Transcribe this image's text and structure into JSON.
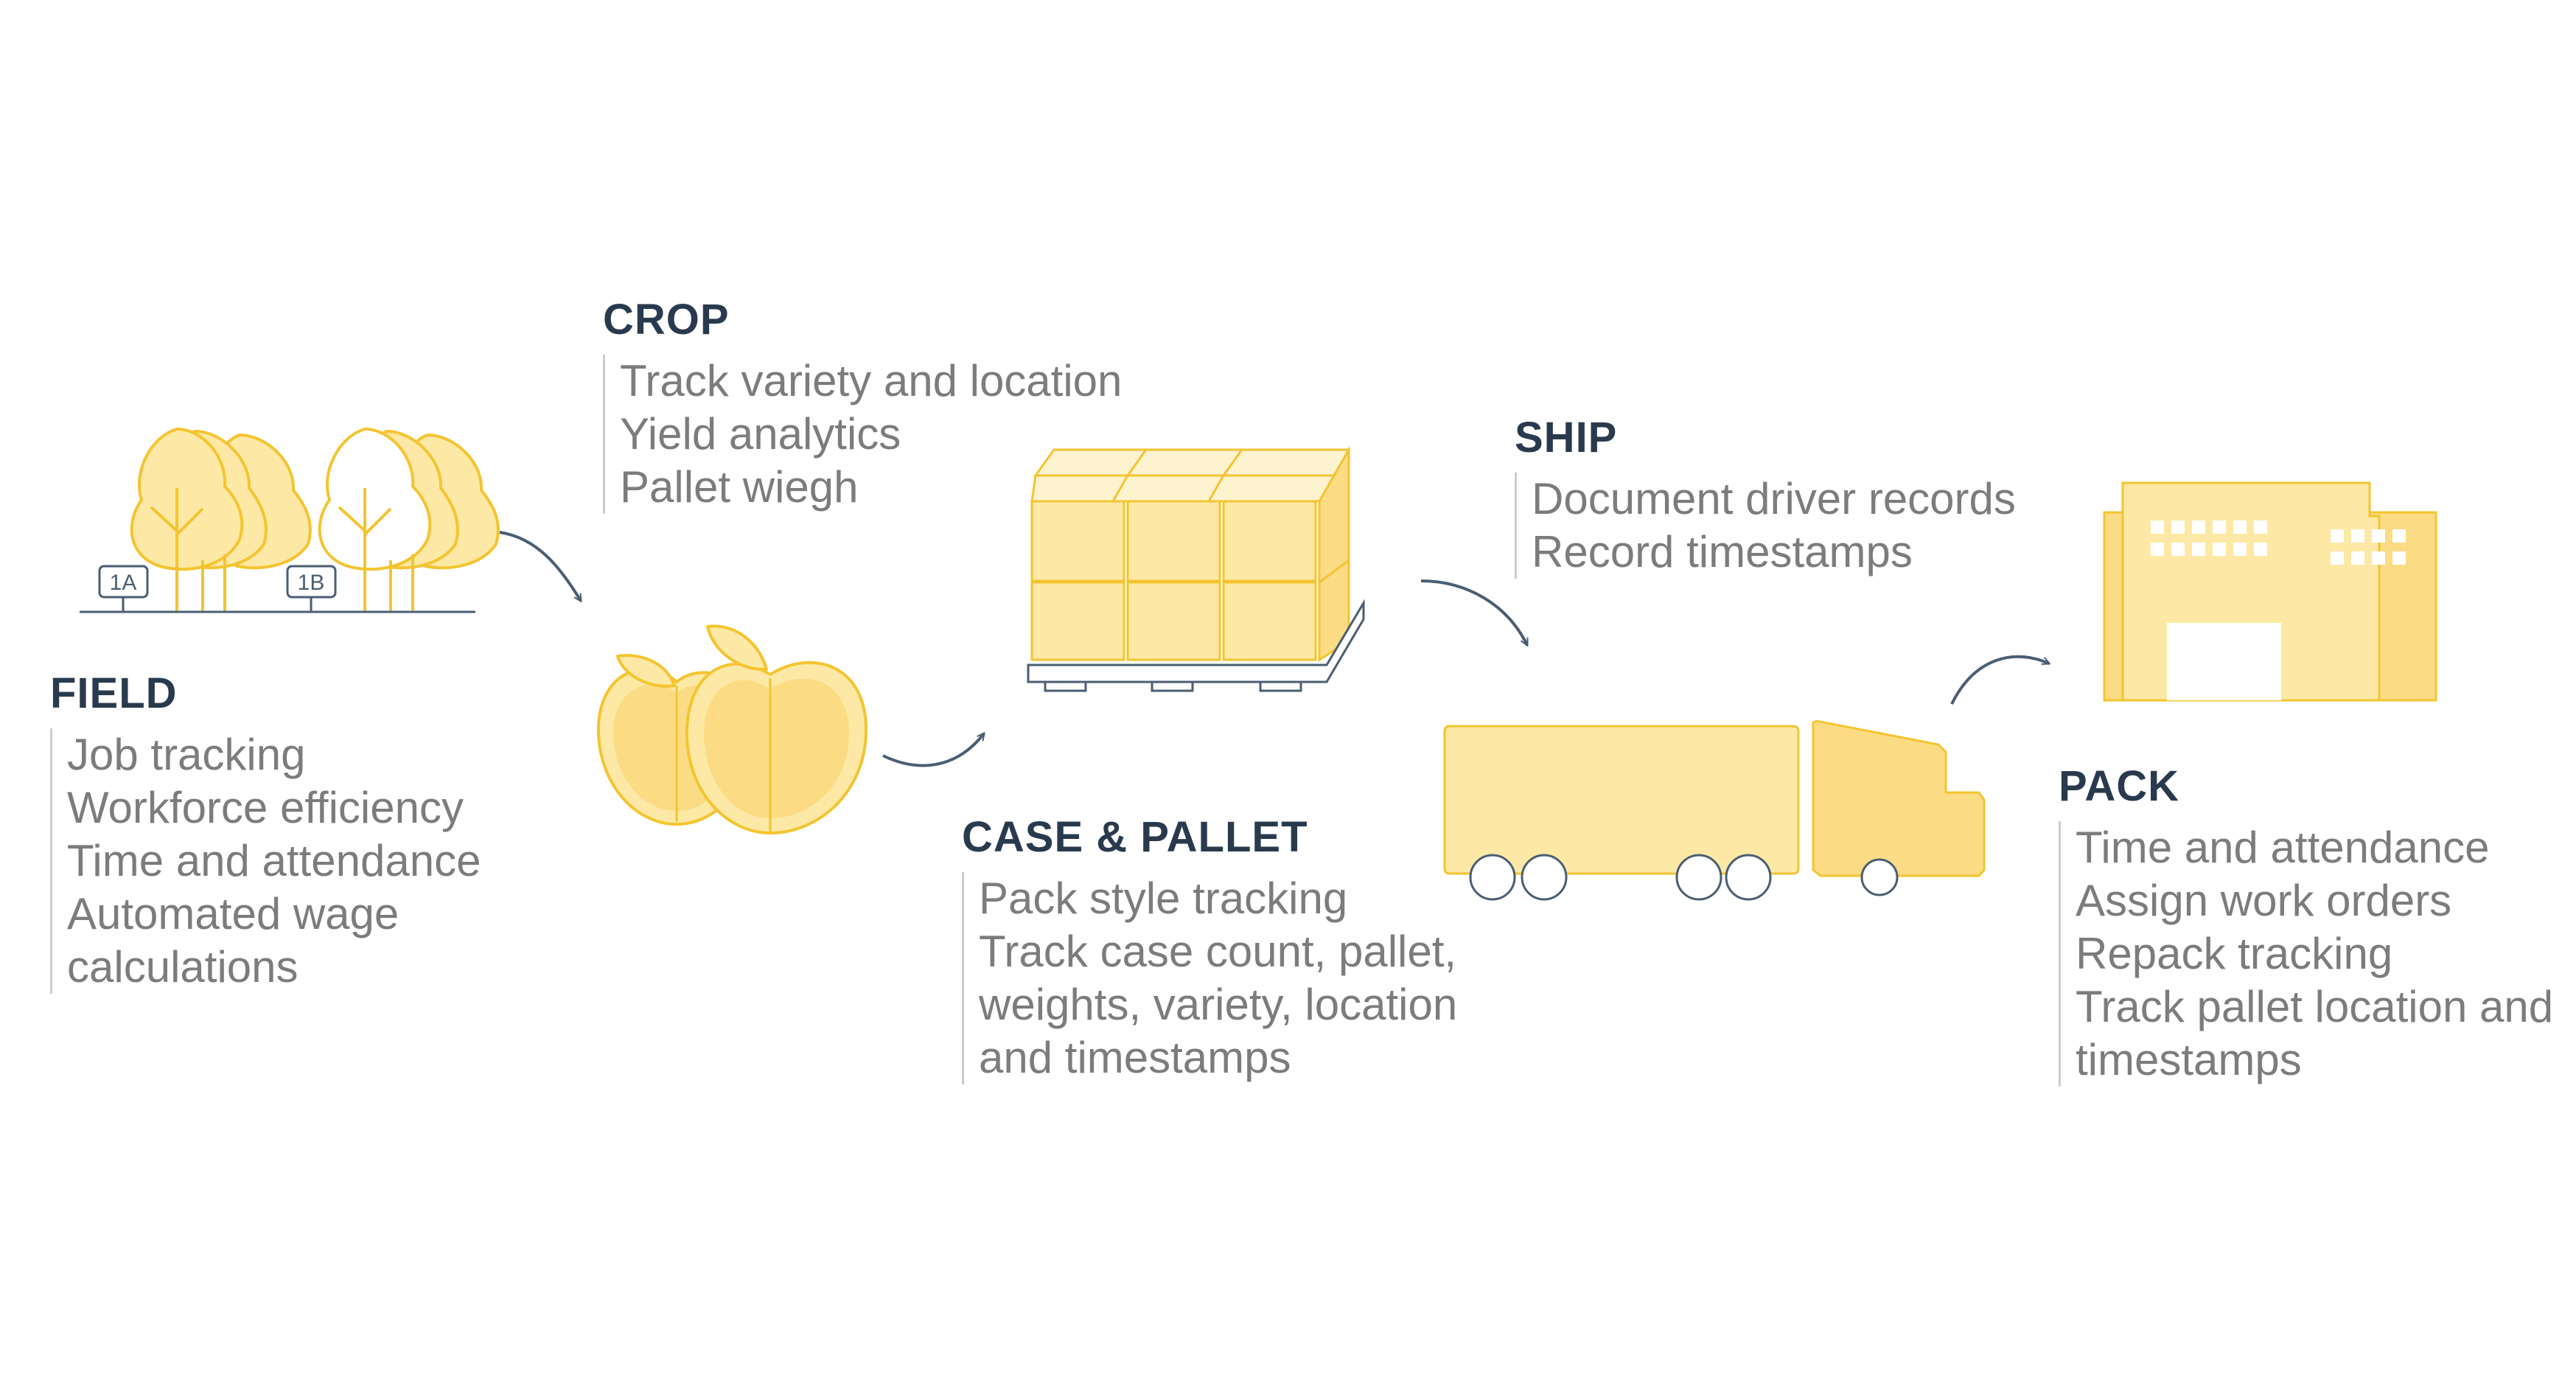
{
  "stages": {
    "field": {
      "title": "FIELD",
      "items": [
        "Job tracking",
        "Workforce efficiency",
        "Time  and attendance",
        "Automated wage",
        "calculations"
      ],
      "sign_a": "1A",
      "sign_b": "1B"
    },
    "crop": {
      "title": "CROP",
      "items": [
        "Track variety and location",
        "Yield analytics",
        "Pallet wiegh"
      ]
    },
    "case_pallet": {
      "title": "CASE & PALLET",
      "items": [
        "Pack style tracking",
        "Track case count, pallet,",
        "weights, variety, location",
        "and timestamps"
      ]
    },
    "ship": {
      "title": "SHIP",
      "items": [
        "Document driver records",
        "Record timestamps"
      ]
    },
    "pack": {
      "title": "PACK",
      "items": [
        "Time and attendance",
        "Assign work orders",
        "Repack tracking",
        "Track pallet location and",
        "timestamps"
      ]
    }
  },
  "icons": {
    "field": "orchard-trees-icon",
    "crop": "apples-icon",
    "case_pallet": "pallet-boxes-icon",
    "ship": "truck-icon",
    "pack": "warehouse-building-icon",
    "connector": "curved-arrow-icon"
  },
  "colors": {
    "fill_light": "#fde9a5",
    "fill_mid": "#fbdc84",
    "stroke": "#f4c430",
    "arrow": "#4a5e73",
    "title": "#2a3a4e",
    "text": "#7c7c7c",
    "rule": "#c9cdd2"
  }
}
